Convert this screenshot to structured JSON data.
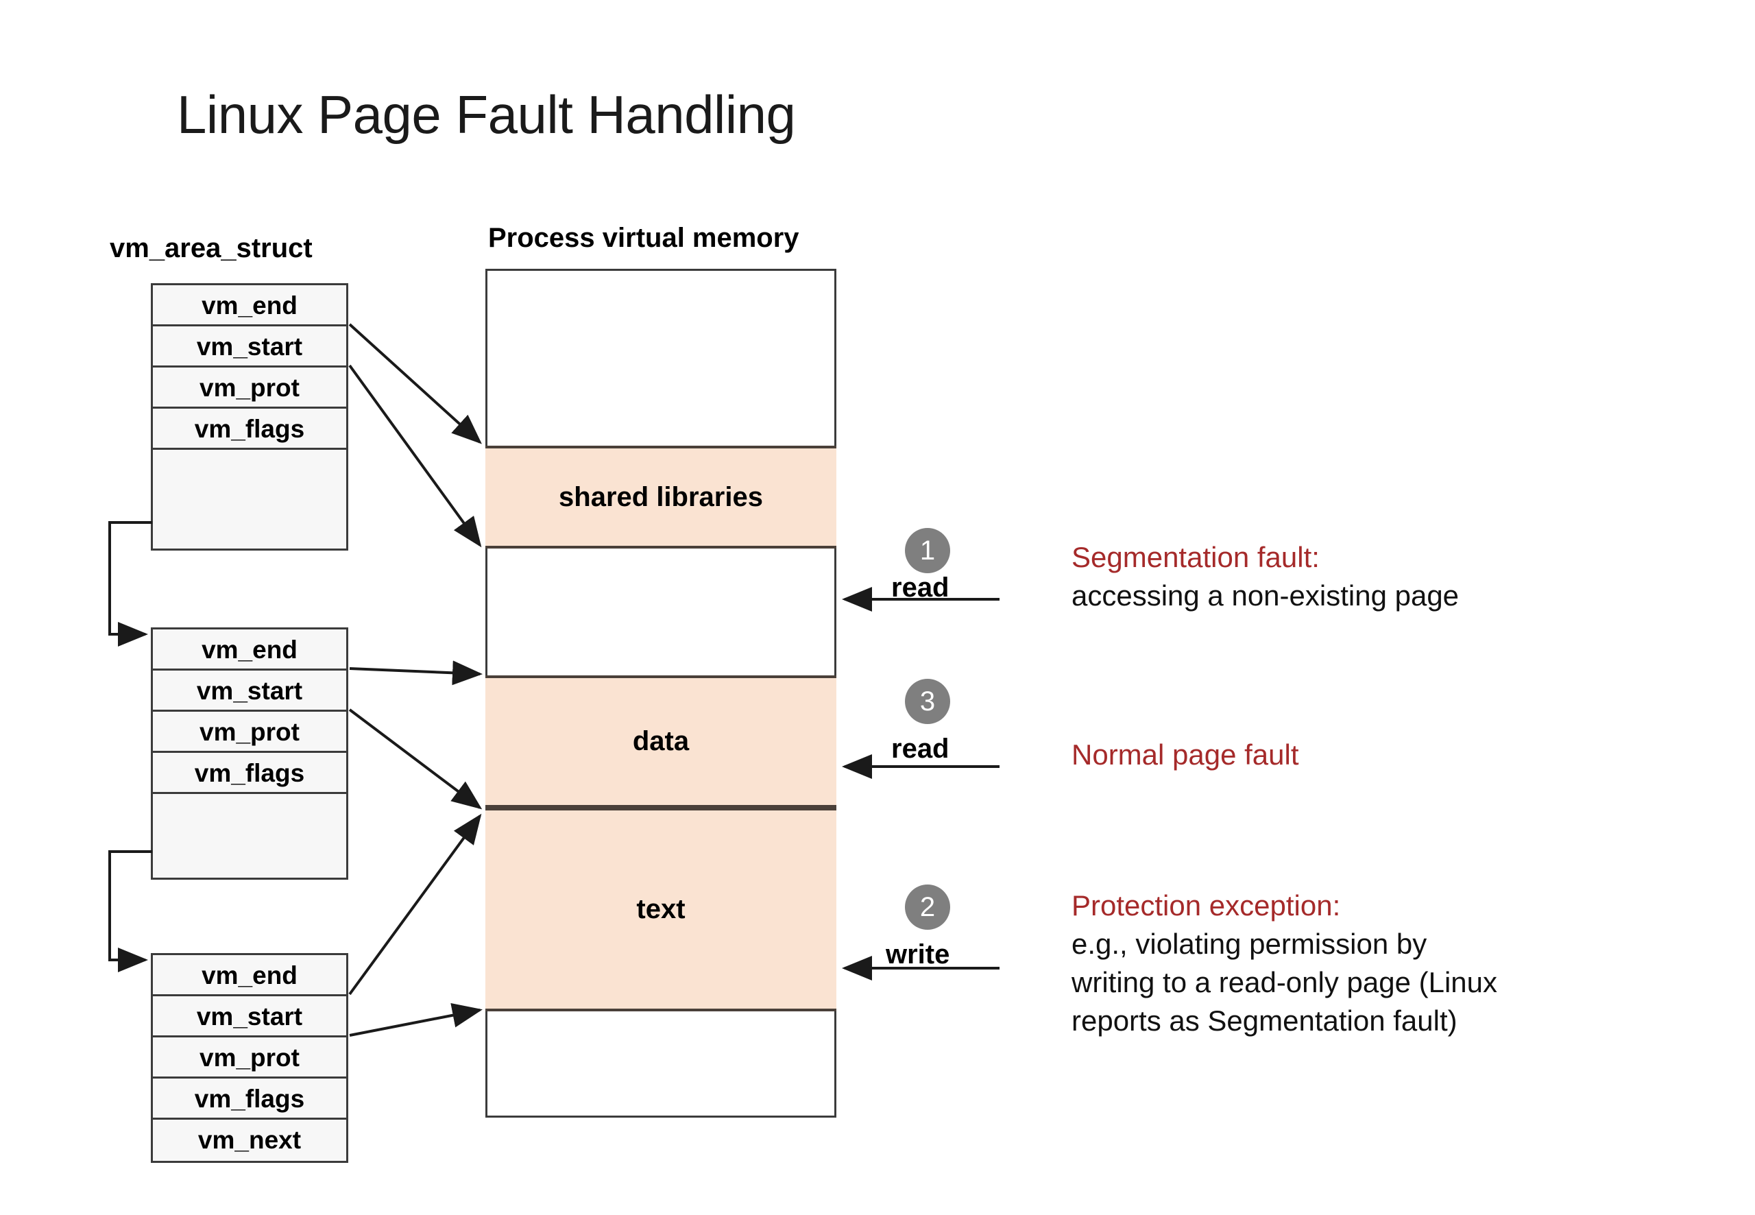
{
  "slide": {
    "title": "Linux Page Fault Handling",
    "headers": {
      "struct_label": "vm_area_struct",
      "memory_label": "Process virtual memory"
    }
  },
  "vm_area_structs": [
    {
      "name": "vma-1",
      "rows": [
        "vm_end",
        "vm_start",
        "vm_prot",
        "vm_flags",
        ""
      ]
    },
    {
      "name": "vma-2",
      "rows": [
        "vm_end",
        "vm_start",
        "vm_prot",
        "vm_flags",
        ""
      ]
    },
    {
      "name": "vma-3",
      "rows": [
        "vm_end",
        "vm_start",
        "vm_prot",
        "vm_flags",
        "vm_next"
      ]
    }
  ],
  "memory_segments": [
    {
      "name": "shared-libraries",
      "label": "shared libraries",
      "fill": "#FAE3D2"
    },
    {
      "name": "data",
      "label": "data",
      "fill": "#FAE3D2"
    },
    {
      "name": "text",
      "label": "text",
      "fill": "#FAE3D2"
    }
  ],
  "access_events": [
    {
      "step": "1",
      "operation": "read"
    },
    {
      "step": "3",
      "operation": "read"
    },
    {
      "step": "2",
      "operation": "write"
    }
  ],
  "annotations": [
    {
      "name": "segmentation-fault",
      "heading": "Segmentation fault:",
      "body": [
        "accessing a non-existing page"
      ]
    },
    {
      "name": "normal-page-fault",
      "heading": "Normal page fault",
      "body": []
    },
    {
      "name": "protection-exception",
      "heading": "Protection exception:",
      "body": [
        "e.g., violating permission by",
        "writing to a read-only page (Linux",
        "reports as Segmentation fault)"
      ]
    }
  ],
  "colors": {
    "accent_red": "#A52A2A",
    "segment_fill": "#FAE3D2",
    "circle_gray": "#7F7F7F",
    "line": "#3B3B3B"
  }
}
